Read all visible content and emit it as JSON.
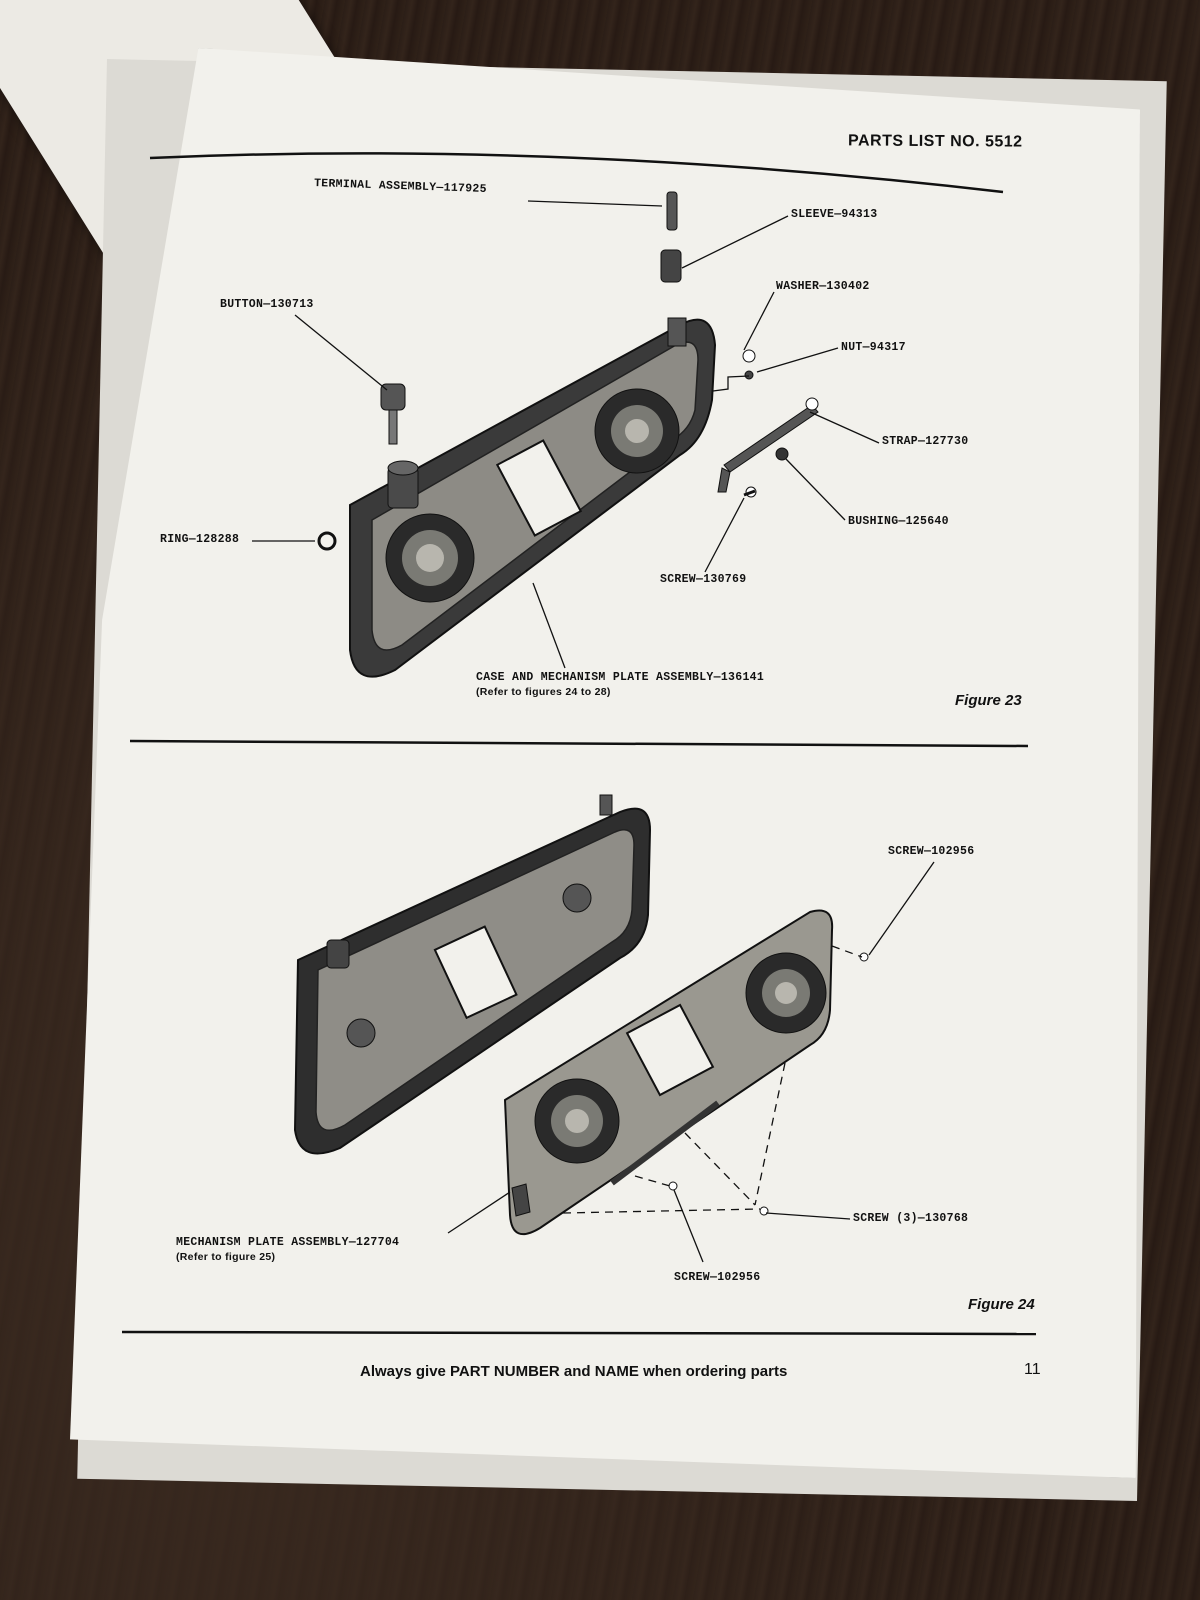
{
  "header": {
    "title": "PARTS LIST NO. 5512"
  },
  "figure23": {
    "caption": "Figure 23",
    "labels": {
      "terminal": "TERMINAL ASSEMBLY—117925",
      "sleeve": "SLEEVE—94313",
      "washer": "WASHER—130402",
      "nut": "NUT—94317",
      "button": "BUTTON—130713",
      "strap": "STRAP—127730",
      "bushing": "BUSHING—125640",
      "ring": "RING—128288",
      "screw": "SCREW—130769",
      "case": "CASE AND MECHANISM PLATE ASSEMBLY—136141",
      "case_note": "(Refer to figures 24 to 28)"
    }
  },
  "figure24": {
    "caption": "Figure 24",
    "labels": {
      "screw_top": "SCREW—102956",
      "screw3": "SCREW (3)—130768",
      "mechanism": "MECHANISM PLATE ASSEMBLY—127704",
      "mechanism_note": "(Refer to figure 25)",
      "screw_bottom": "SCREW—102956"
    }
  },
  "footer": {
    "note": "Always give PART NUMBER and NAME when ordering parts",
    "page_number": "11"
  }
}
